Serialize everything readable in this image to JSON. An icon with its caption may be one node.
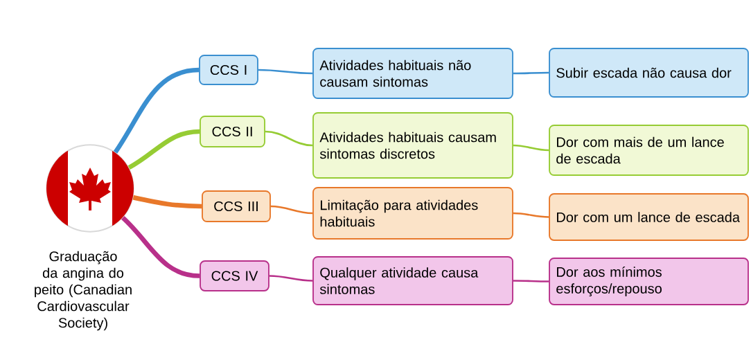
{
  "diagram": {
    "nodes": [
      {
        "text": [
          "Graduação da angina do peito (Canadian Cardiovascular Society)"
        ]
      },
      {
        "text": [
          "CCS I"
        ]
      },
      {
        "text": [
          "Atividades habituais não causam sintomas"
        ]
      },
      {
        "text": [
          "Subir escada não causa dor"
        ]
      },
      {
        "text": [
          "CCS II"
        ]
      },
      {
        "text": [
          "Atividades habituais causam sintomas discretos"
        ]
      },
      {
        "text": [
          "Dor com mais de um lance de escada"
        ]
      },
      {
        "text": [
          "CCS III"
        ]
      },
      {
        "text": [
          "Limitação para atividades habituais"
        ]
      },
      {
        "text": [
          "Dor com um lance de escada"
        ]
      },
      {
        "text": [
          "CCS IV"
        ]
      },
      {
        "text": [
          "Qualquer atividade causa sintomas"
        ]
      },
      {
        "text": [
          "Dor aos mínimos esforços/repouso"
        ]
      }
    ],
    "edges": [
      {
        "from": 0,
        "to": 1,
        "arrow": "none",
        "style": "thick",
        "color": "#3a8fd0"
      },
      {
        "from": 1,
        "to": 2,
        "arrow": "none",
        "color": "#3a8fd0"
      },
      {
        "from": 2,
        "to": 3,
        "arrow": "none",
        "color": "#3a8fd0"
      },
      {
        "from": 0,
        "to": 4,
        "arrow": "none",
        "style": "thick",
        "color": "#96cc34"
      },
      {
        "from": 4,
        "to": 5,
        "arrow": "none",
        "color": "#96cc34"
      },
      {
        "from": 5,
        "to": 6,
        "arrow": "none",
        "color": "#96cc34"
      },
      {
        "from": 0,
        "to": 7,
        "arrow": "none",
        "style": "thick",
        "color": "#e8782a"
      },
      {
        "from": 7,
        "to": 8,
        "arrow": "none",
        "color": "#e8782a"
      },
      {
        "from": 8,
        "to": 9,
        "arrow": "none",
        "color": "#e8782a"
      },
      {
        "from": 0,
        "to": 10,
        "arrow": "none",
        "style": "thick",
        "color": "#b8308a"
      },
      {
        "from": 10,
        "to": 11,
        "arrow": "none",
        "color": "#b8308a"
      },
      {
        "from": 11,
        "to": 12,
        "arrow": "none",
        "color": "#b8308a"
      }
    ]
  }
}
